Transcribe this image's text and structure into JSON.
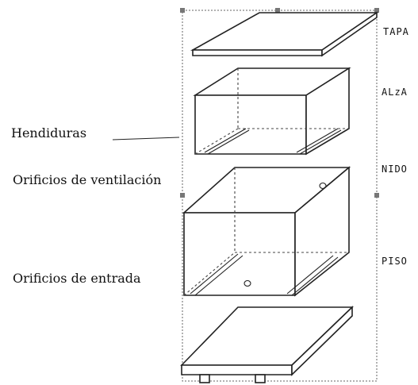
{
  "labels": {
    "left": {
      "hendiduras": "Hendiduras",
      "ventilacion": "Orificios de ventilación",
      "entrada": "Orificios de entrada"
    },
    "right": {
      "tapa": "TAPA",
      "alza": "ALzA",
      "nido": "NIDO",
      "piso": "PISO"
    }
  },
  "colors": {
    "line": "#222222",
    "selection_frame": "#666666",
    "background": "#ffffff"
  }
}
